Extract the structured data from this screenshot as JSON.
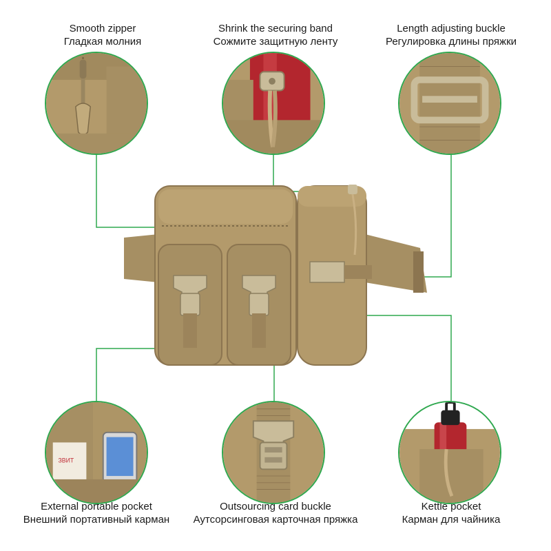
{
  "features": {
    "smooth_zipper": {
      "en": "Smooth zipper",
      "ru": "Гладкая молния"
    },
    "shrink_band": {
      "en": "Shrink the securing band",
      "ru": "Сожмите защитную ленту"
    },
    "length_buckle": {
      "en": "Length adjusting buckle",
      "ru": "Регулировка длины пряжки"
    },
    "external_pocket": {
      "en": "External portable pocket",
      "ru": "Внешний портативный карман"
    },
    "card_buckle": {
      "en": "Outsourcing card buckle",
      "ru": "Аутсорсинговая карточная пряжка"
    },
    "kettle_pocket": {
      "en": "Kettle pocket",
      "ru": "Карман для чайника"
    }
  },
  "colors": {
    "accent": "#2fa84f",
    "fabric": "#b39a6b",
    "fabric_dark": "#8c7550",
    "buckle": "#b8ab8c",
    "bottle": "#b3262e"
  },
  "icons": [
    "zipper-pull-icon",
    "cord-lock-icon",
    "slide-buckle-icon",
    "phone-icon",
    "side-release-buckle-icon",
    "water-bottle-icon"
  ]
}
